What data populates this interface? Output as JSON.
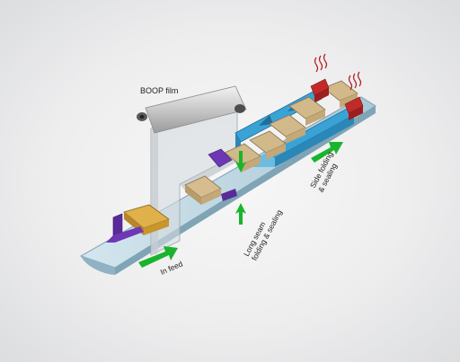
{
  "labels": {
    "film": "BOOP film",
    "infeed": "In feed",
    "long_seam_line1": "Long seam",
    "long_seam_line2": "folding & sealing",
    "side_fold_line1": "Side folding",
    "side_fold_line2": "& sealing"
  },
  "colors": {
    "conveyor": "#b8d4e0",
    "blue_frame": "#3aa3d6",
    "package": "#cdb488",
    "package_infeed": "#d8a23c",
    "purple": "#5a2a9a",
    "red": "#c22a2a",
    "arrow_green": "#19b42c",
    "heat_wave": "#b42222"
  }
}
